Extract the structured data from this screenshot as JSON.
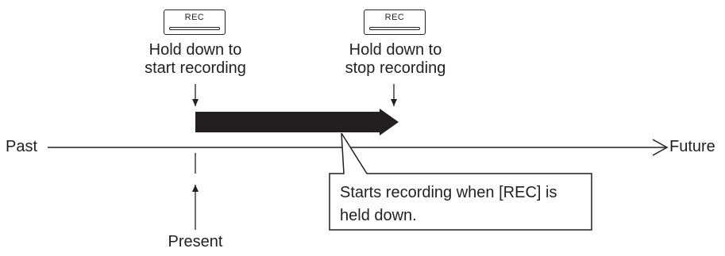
{
  "keys": [
    {
      "label": "REC"
    },
    {
      "label": "REC"
    }
  ],
  "captions": {
    "start_line1": "Hold down to",
    "start_line2": "start recording",
    "stop_line1": "Hold down to",
    "stop_line2": "stop recording"
  },
  "timeline": {
    "left_label": "Past",
    "right_label": "Future",
    "marker_label": "Present"
  },
  "callout": {
    "line1": "Starts recording when [REC] is",
    "line2": "held down."
  }
}
